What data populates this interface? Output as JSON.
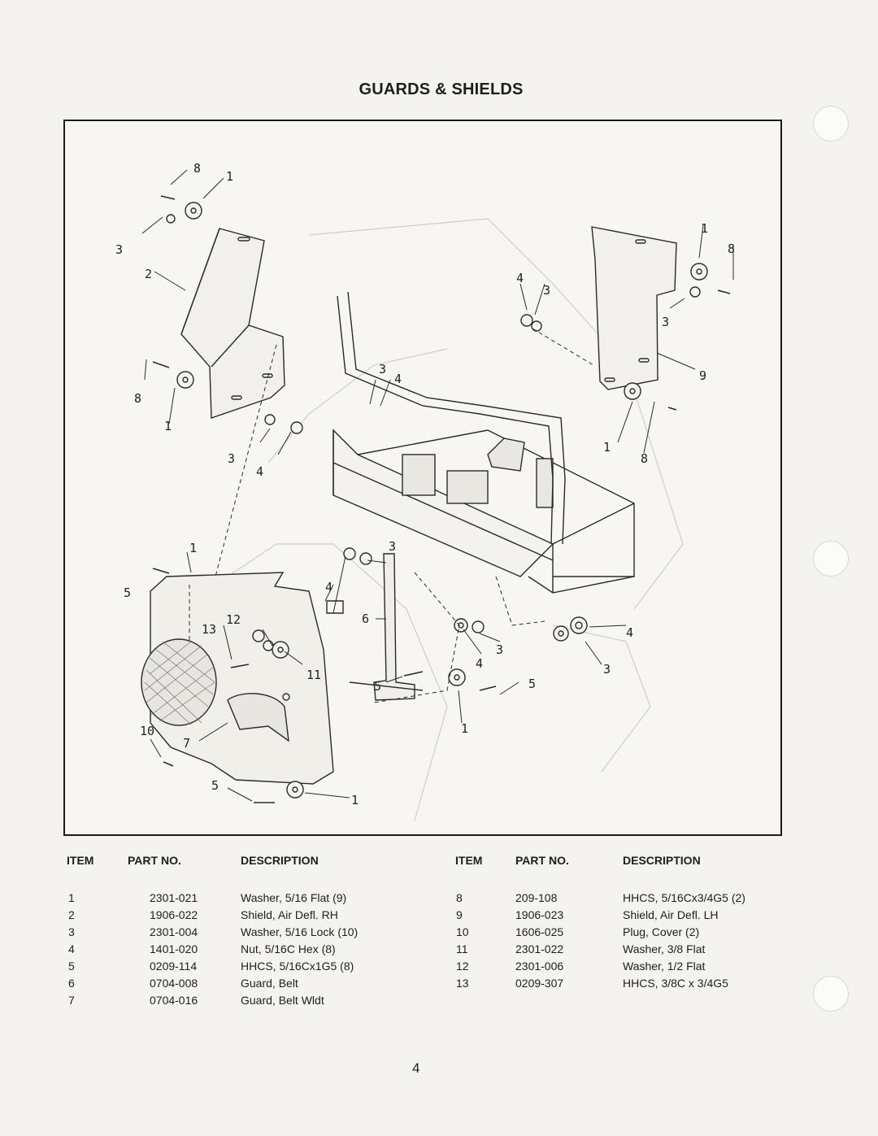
{
  "page": {
    "title": "GUARDS & SHIELDS",
    "page_number": "4"
  },
  "diagram": {
    "callouts": {
      "c1": "8",
      "c2": "1",
      "c3": "3",
      "c4": "2",
      "c5": "8",
      "c6": "1",
      "c7": "3",
      "c8": "4",
      "c9": "1",
      "c10": "8",
      "c11": "4",
      "c12": "3",
      "c13": "3",
      "c14": "9",
      "c15": "1",
      "c16": "8",
      "c17": "3",
      "c18": "4",
      "c19": "1",
      "c20": "5",
      "c21": "3",
      "c22": "4",
      "c23": "6",
      "c24": "12",
      "c25": "13",
      "c26": "11",
      "c27": "3",
      "c28": "4",
      "c29": "4",
      "c30": "3",
      "c31": "5",
      "c32": "5",
      "c33": "1",
      "c34": "10",
      "c35": "7",
      "c36": "5",
      "c37": "1"
    }
  },
  "parts_table": {
    "headers": {
      "item": "ITEM",
      "part_no": "PART NO.",
      "description": "DESCRIPTION"
    },
    "left": [
      {
        "item": "1",
        "part_no": "2301-021",
        "description": "Washer, 5/16 Flat (9)"
      },
      {
        "item": "2",
        "part_no": "1906-022",
        "description": "Shield, Air Defl. RH"
      },
      {
        "item": "3",
        "part_no": "2301-004",
        "description": "Washer, 5/16 Lock (10)"
      },
      {
        "item": "4",
        "part_no": "1401-020",
        "description": "Nut, 5/16C Hex (8)"
      },
      {
        "item": "5",
        "part_no": "0209-114",
        "description": "HHCS, 5/16Cx1G5 (8)"
      },
      {
        "item": "6",
        "part_no": "0704-008",
        "description": "Guard, Belt"
      },
      {
        "item": "7",
        "part_no": "0704-016",
        "description": "Guard, Belt Wldt"
      }
    ],
    "right": [
      {
        "item": "8",
        "part_no": "209-108",
        "description": "HHCS, 5/16Cx3/4G5 (2)"
      },
      {
        "item": "9",
        "part_no": "1906-023",
        "description": "Shield, Air Defl. LH"
      },
      {
        "item": "10",
        "part_no": "1606-025",
        "description": "Plug, Cover (2)"
      },
      {
        "item": "11",
        "part_no": "2301-022",
        "description": "Washer, 3/8 Flat"
      },
      {
        "item": "12",
        "part_no": "2301-006",
        "description": "Washer, 1/2 Flat"
      },
      {
        "item": "13",
        "part_no": "0209-307",
        "description": "HHCS, 3/8C x 3/4G5"
      }
    ]
  }
}
